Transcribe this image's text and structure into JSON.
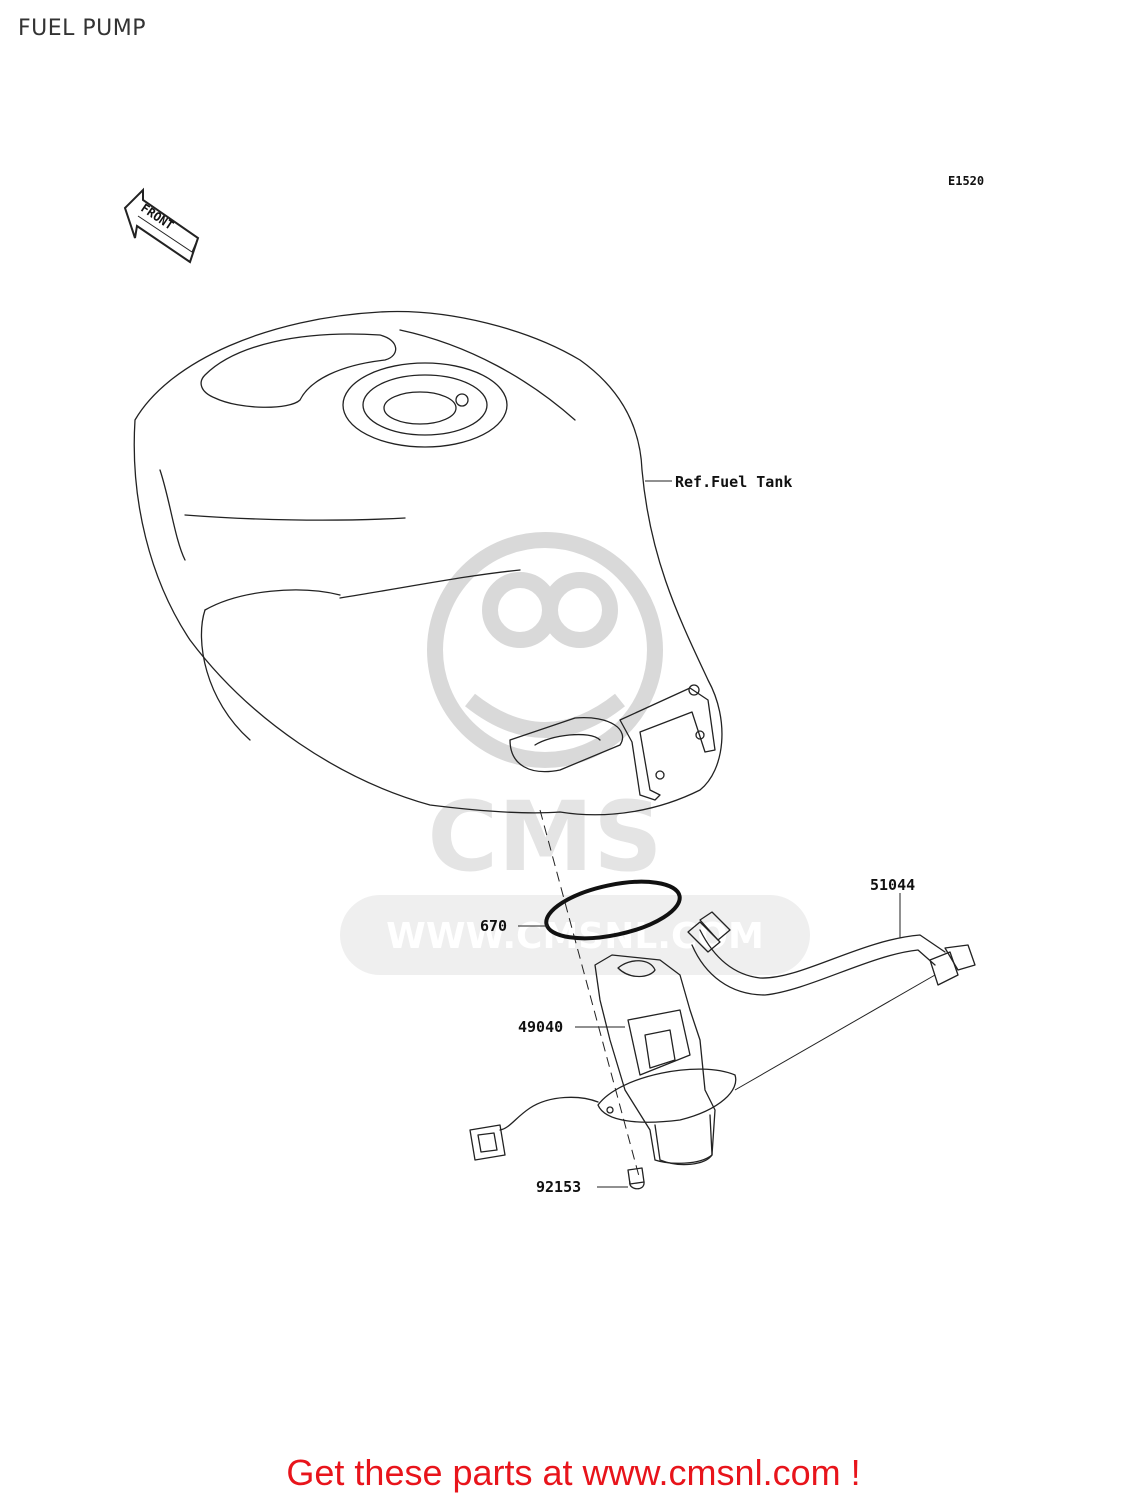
{
  "page": {
    "title": "FUEL PUMP"
  },
  "diagram": {
    "code": "E1520",
    "front_label": "FRONT",
    "ref_label": "Ref.Fuel Tank",
    "parts": [
      {
        "number": "670"
      },
      {
        "number": "49040"
      },
      {
        "number": "51044"
      },
      {
        "number": "92153"
      }
    ]
  },
  "watermark": {
    "letters": "CMS",
    "url": "WWW.CMSNL.COM"
  },
  "footer": {
    "text": "Get these parts at www.cmsnl.com !"
  },
  "colors": {
    "footer": "#e8141b",
    "watermark": "#dddddd",
    "lines": "#222222"
  }
}
